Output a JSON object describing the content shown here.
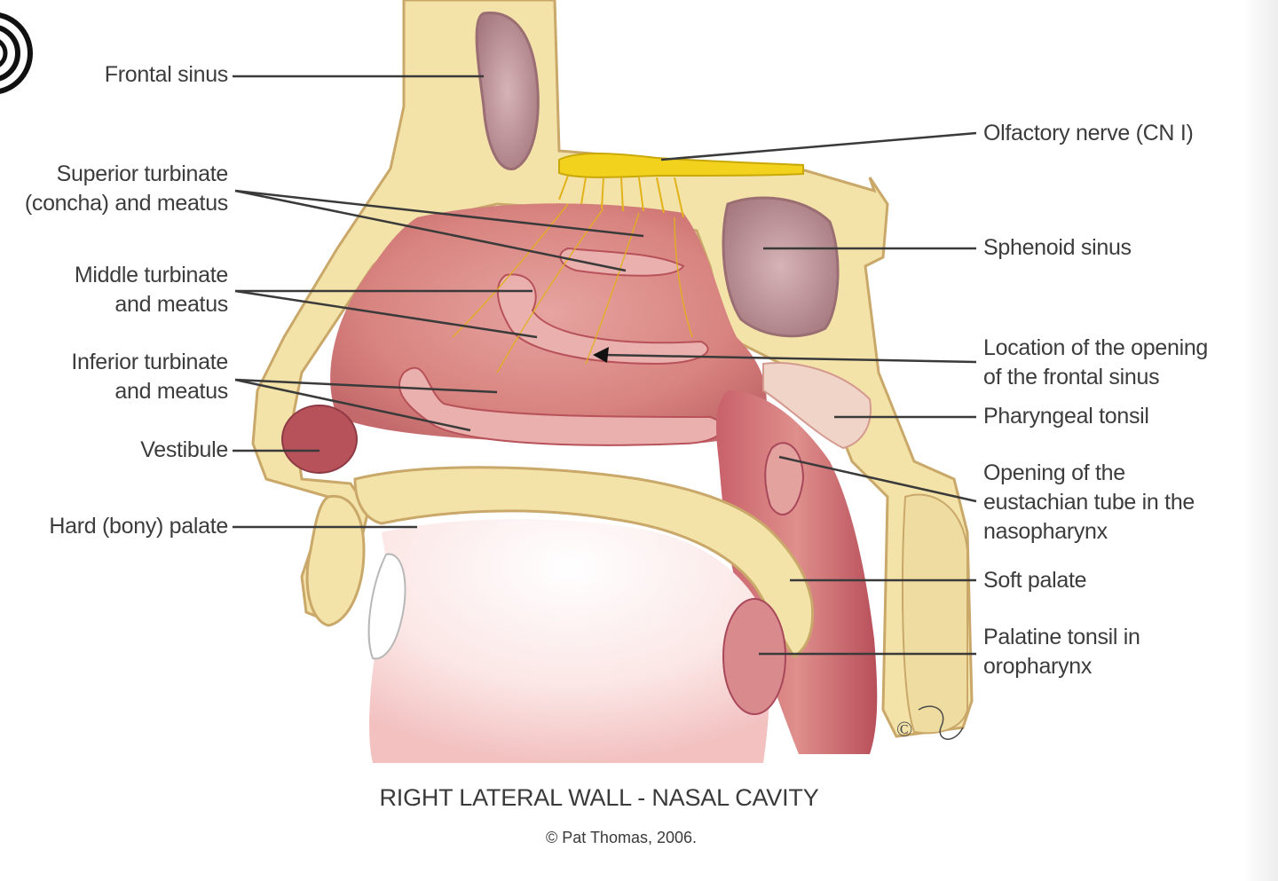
{
  "labels_left": {
    "frontal_sinus": "Frontal sinus",
    "superior_turbinate_1": "Superior turbinate",
    "superior_turbinate_2": "(concha) and meatus",
    "middle_turbinate_1": "Middle turbinate",
    "middle_turbinate_2": "and meatus",
    "inferior_turbinate_1": "Inferior turbinate",
    "inferior_turbinate_2": "and meatus",
    "vestibule": "Vestibule",
    "hard_palate": "Hard (bony) palate"
  },
  "labels_right": {
    "olfactory_nerve": "Olfactory nerve (CN I)",
    "sphenoid_sinus": "Sphenoid sinus",
    "frontal_opening_1": "Location of the opening",
    "frontal_opening_2": "of the frontal sinus",
    "pharyngeal_tonsil": "Pharyngeal tonsil",
    "eustachian_1": "Opening of the",
    "eustachian_2": "eustachian tube in the",
    "eustachian_3": "nasopharynx",
    "soft_palate": "Soft palate",
    "palatine_tonsil_1": "Palatine tonsil in",
    "palatine_tonsil_2": "oropharynx"
  },
  "caption": {
    "title": "RIGHT LATERAL WALL - NASAL CAVITY",
    "credit": "© Pat Thomas, 2006."
  },
  "colors": {
    "bone": "#f3e3a8",
    "bone_outline": "#c9a86a",
    "mucosa": "#d9837f",
    "mucosa_dark": "#b8525a",
    "turbinate": "#e9a9a6",
    "sinus": "#b98d92",
    "nerve": "#f3d21e",
    "leader_line": "#3a3a3a"
  }
}
